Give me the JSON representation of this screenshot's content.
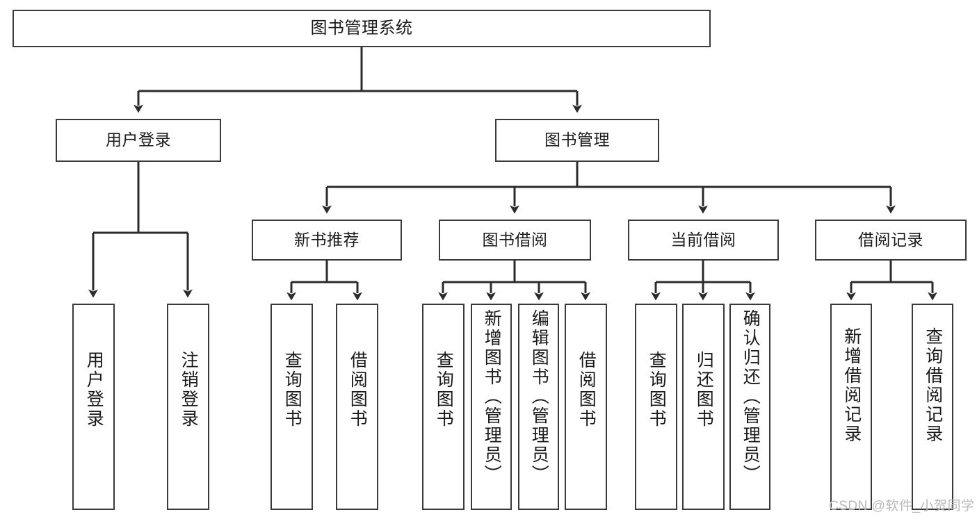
{
  "diagram": {
    "title": "图书管理系统",
    "type": "tree",
    "watermark": "CSDN @软件_小贺同学",
    "colors": {
      "box_border": "#3a3a3a",
      "box_fill": "#ffffff",
      "line": "#2b2b2b",
      "text": "#1a1a1a",
      "watermark": "#b9b9b9"
    },
    "nodes": {
      "root": {
        "label": "图书管理系统"
      },
      "level2": [
        {
          "id": "user_login",
          "label": "用户登录"
        },
        {
          "id": "book_manage",
          "label": "图书管理"
        }
      ],
      "level3": [
        {
          "id": "new_book_rec",
          "label": "新书推荐"
        },
        {
          "id": "book_borrow",
          "label": "图书借阅"
        },
        {
          "id": "current_borrow",
          "label": "当前借阅"
        },
        {
          "id": "borrow_record",
          "label": "借阅记录"
        }
      ],
      "leaves": {
        "user_login": [
          {
            "id": "leaf_user_login",
            "label": "用户登录"
          },
          {
            "id": "leaf_logout",
            "label": "注销登录"
          }
        ],
        "new_book_rec": [
          {
            "id": "leaf_query_book_1",
            "label": "查询图书"
          },
          {
            "id": "leaf_borrow_book_1",
            "label": "借阅图书"
          }
        ],
        "book_borrow": [
          {
            "id": "leaf_query_book_2",
            "label": "查询图书"
          },
          {
            "id": "leaf_add_book",
            "label": "新增图书（管理员）"
          },
          {
            "id": "leaf_edit_book",
            "label": "编辑图书（管理员）"
          },
          {
            "id": "leaf_borrow_book_2",
            "label": "借阅图书"
          }
        ],
        "current_borrow": [
          {
            "id": "leaf_query_book_3",
            "label": "查询图书"
          },
          {
            "id": "leaf_return_book",
            "label": "归还图书"
          },
          {
            "id": "leaf_confirm_return",
            "label": "确认归还（管理员）"
          }
        ],
        "borrow_record": [
          {
            "id": "leaf_add_record",
            "label": "新增借阅记录"
          },
          {
            "id": "leaf_query_record",
            "label": "查询借阅记录"
          }
        ]
      }
    }
  }
}
